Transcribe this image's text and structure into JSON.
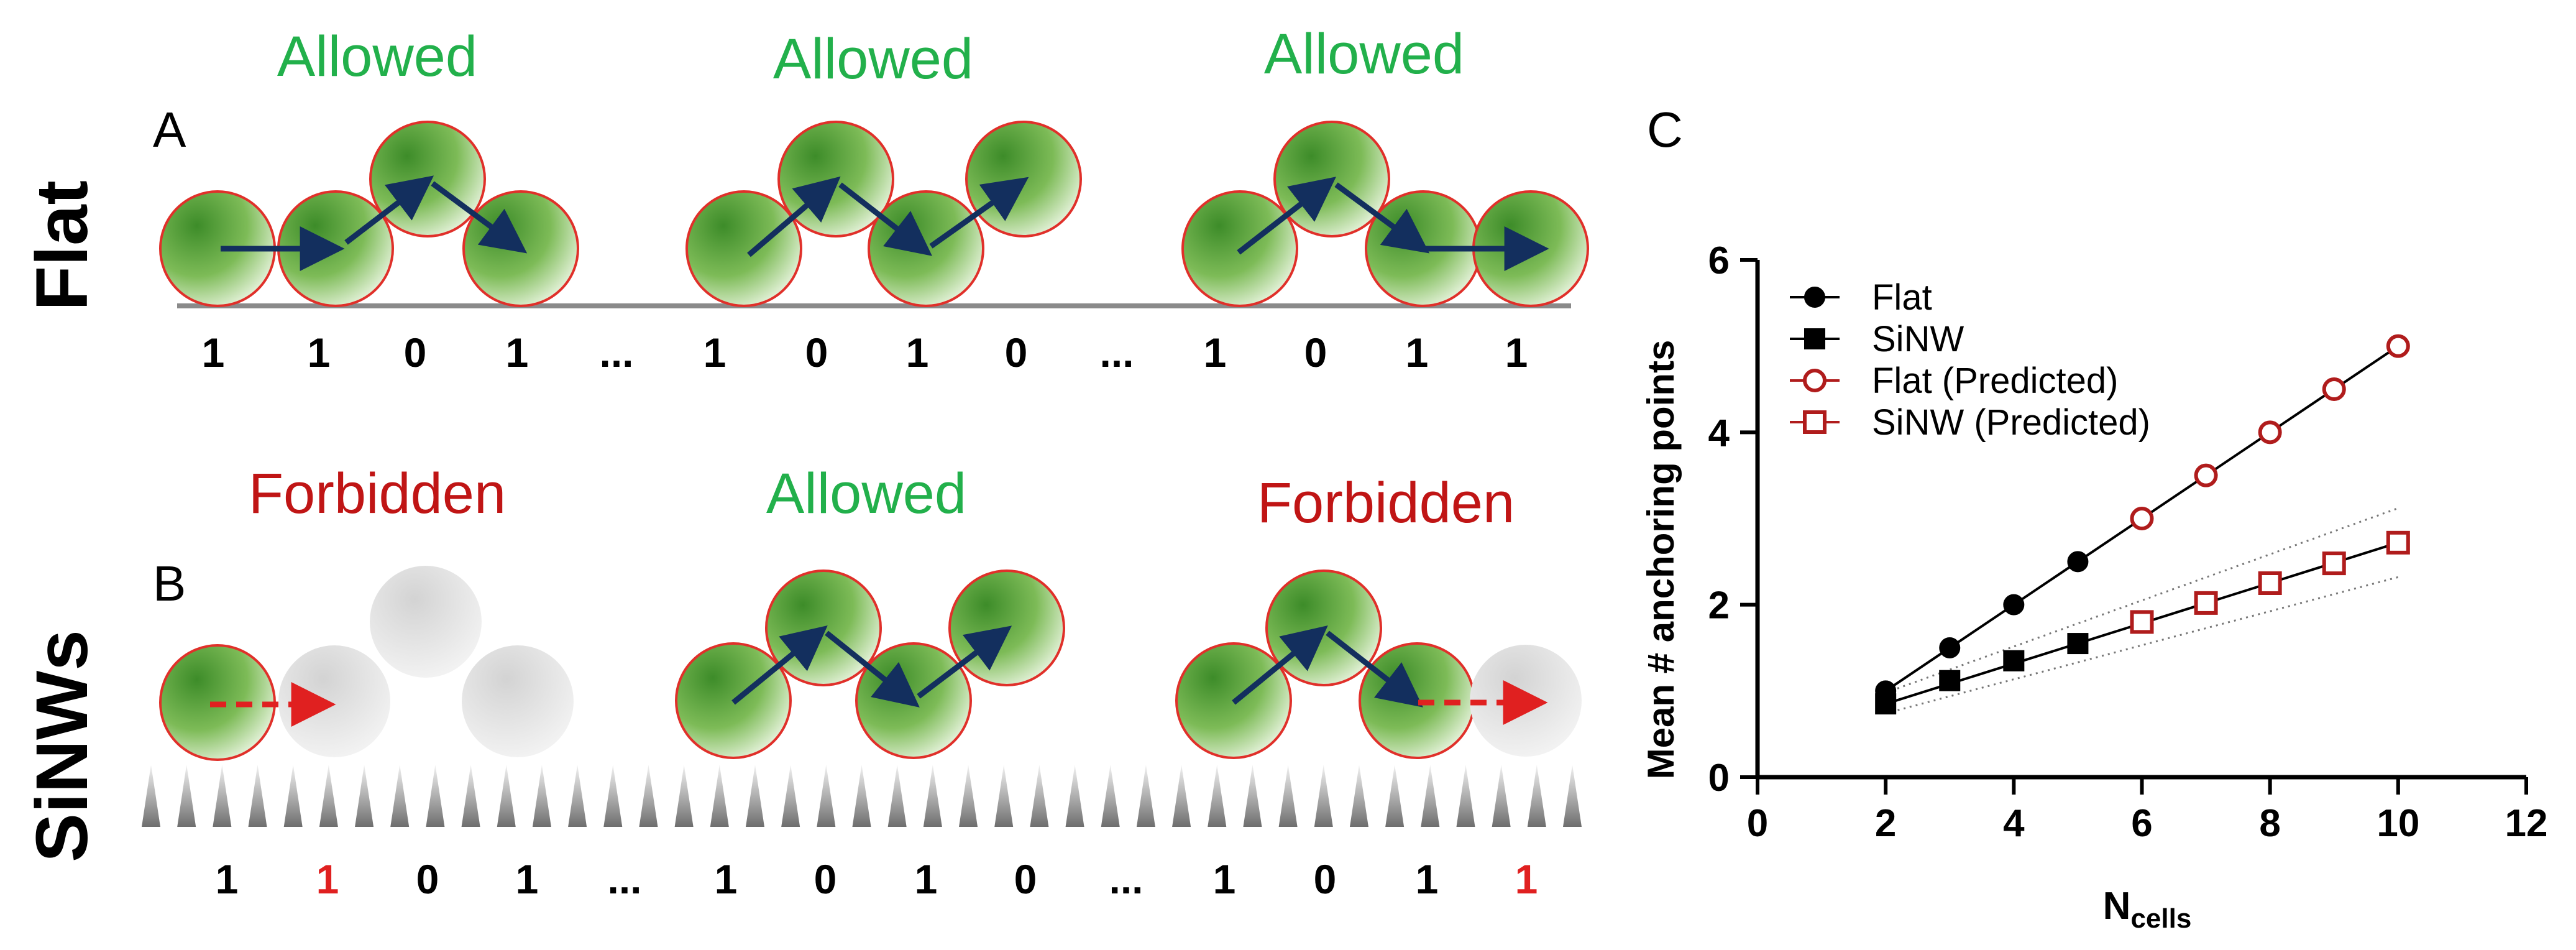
{
  "colors": {
    "allowed": "#22b04b",
    "forbidden": "#c01515",
    "arrow": "#132f5e",
    "red": "#e02020",
    "cell_green": "#6fb348",
    "cell_edge": "#e0302a",
    "gray_cell": "#c8c8c8",
    "flat_line": "#8a8a8a"
  },
  "row_labels": {
    "flat": "Flat",
    "sinws": "SiNWs"
  },
  "panel_labels": {
    "a": "A",
    "b": "B",
    "c": "C"
  },
  "panel_a": {
    "titles": [
      "Allowed",
      "Allowed",
      "Allowed"
    ],
    "digits": [
      "1",
      "1",
      "0",
      "1",
      "...",
      "1",
      "0",
      "1",
      "0",
      "...",
      "1",
      "0",
      "1",
      "1"
    ]
  },
  "panel_b": {
    "titles": [
      "Forbidden",
      "Allowed",
      "Forbidden"
    ],
    "digits": [
      "1",
      "1",
      "0",
      "1",
      "...",
      "1",
      "0",
      "1",
      "0",
      "...",
      "1",
      "0",
      "1",
      "1"
    ],
    "digit_highlight": [
      false,
      true,
      false,
      false,
      false,
      false,
      false,
      false,
      false,
      false,
      false,
      false,
      false,
      true
    ]
  },
  "chart_data": {
    "type": "line",
    "xlabel_main": "N",
    "xlabel_sub": "cells",
    "ylabel": "Mean # anchoring points",
    "xlim": [
      0,
      12
    ],
    "ylim": [
      0,
      6
    ],
    "xticks": [
      0,
      2,
      4,
      6,
      8,
      10,
      12
    ],
    "yticks": [
      0,
      2,
      4,
      6
    ],
    "legend_position": "top-left",
    "series": [
      {
        "name": "Flat",
        "marker": "circle",
        "filled": true,
        "color": "#000000",
        "x": [
          2,
          3,
          4,
          5
        ],
        "y": [
          1.0,
          1.5,
          2.0,
          2.5
        ]
      },
      {
        "name": "SiNW",
        "marker": "square",
        "filled": true,
        "color": "#000000",
        "x": [
          2,
          3,
          4,
          5
        ],
        "y": [
          0.85,
          1.12,
          1.35,
          1.55
        ]
      },
      {
        "name": "Flat (Predicted)",
        "marker": "circle",
        "filled": false,
        "color": "#b01c1c",
        "x": [
          6,
          7,
          8,
          9,
          10
        ],
        "y": [
          3.0,
          3.5,
          4.0,
          4.5,
          5.0
        ]
      },
      {
        "name": "SiNW (Predicted)",
        "marker": "square",
        "filled": false,
        "color": "#b01c1c",
        "x": [
          6,
          7,
          8,
          9,
          10
        ],
        "y": [
          1.8,
          2.02,
          2.25,
          2.48,
          2.72
        ]
      }
    ],
    "fit_lines": [
      {
        "series": "Flat",
        "x": [
          2,
          10
        ],
        "y": [
          1.0,
          5.0
        ]
      },
      {
        "series": "SiNW",
        "x": [
          2,
          10
        ],
        "y": [
          0.85,
          2.72
        ]
      }
    ],
    "confidence_band": {
      "upper": {
        "x": [
          2,
          10
        ],
        "y": [
          0.98,
          3.12
        ]
      },
      "lower": {
        "x": [
          2,
          10
        ],
        "y": [
          0.74,
          2.32
        ]
      }
    }
  }
}
